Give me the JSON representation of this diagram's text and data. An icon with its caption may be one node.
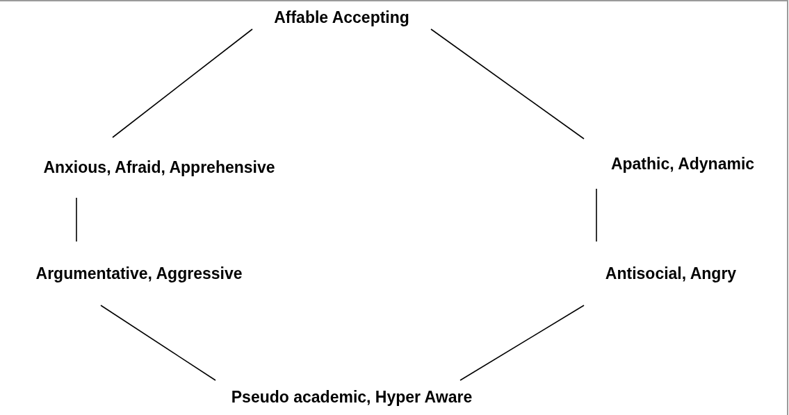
{
  "diagram": {
    "nodes": [
      {
        "text": [
          "Affable Accepting"
        ]
      },
      {
        "text": [
          "Anxious, Afraid, Apprehensive"
        ]
      },
      {
        "text": [
          "Apathic, Adynamic"
        ]
      },
      {
        "text": [
          "Argumentative, Aggressive"
        ]
      },
      {
        "text": [
          "Antisocial, Angry"
        ]
      },
      {
        "text": [
          "Pseudo academic, Hyper Aware"
        ]
      }
    ],
    "edges": [
      {
        "from": 0,
        "to": 1,
        "arrow": "none"
      },
      {
        "from": 0,
        "to": 2,
        "arrow": "none"
      },
      {
        "from": 1,
        "to": 3,
        "arrow": "none"
      },
      {
        "from": 2,
        "to": 4,
        "arrow": "none"
      },
      {
        "from": 3,
        "to": 5,
        "arrow": "none"
      },
      {
        "from": 4,
        "to": 5,
        "arrow": "none"
      }
    ]
  }
}
